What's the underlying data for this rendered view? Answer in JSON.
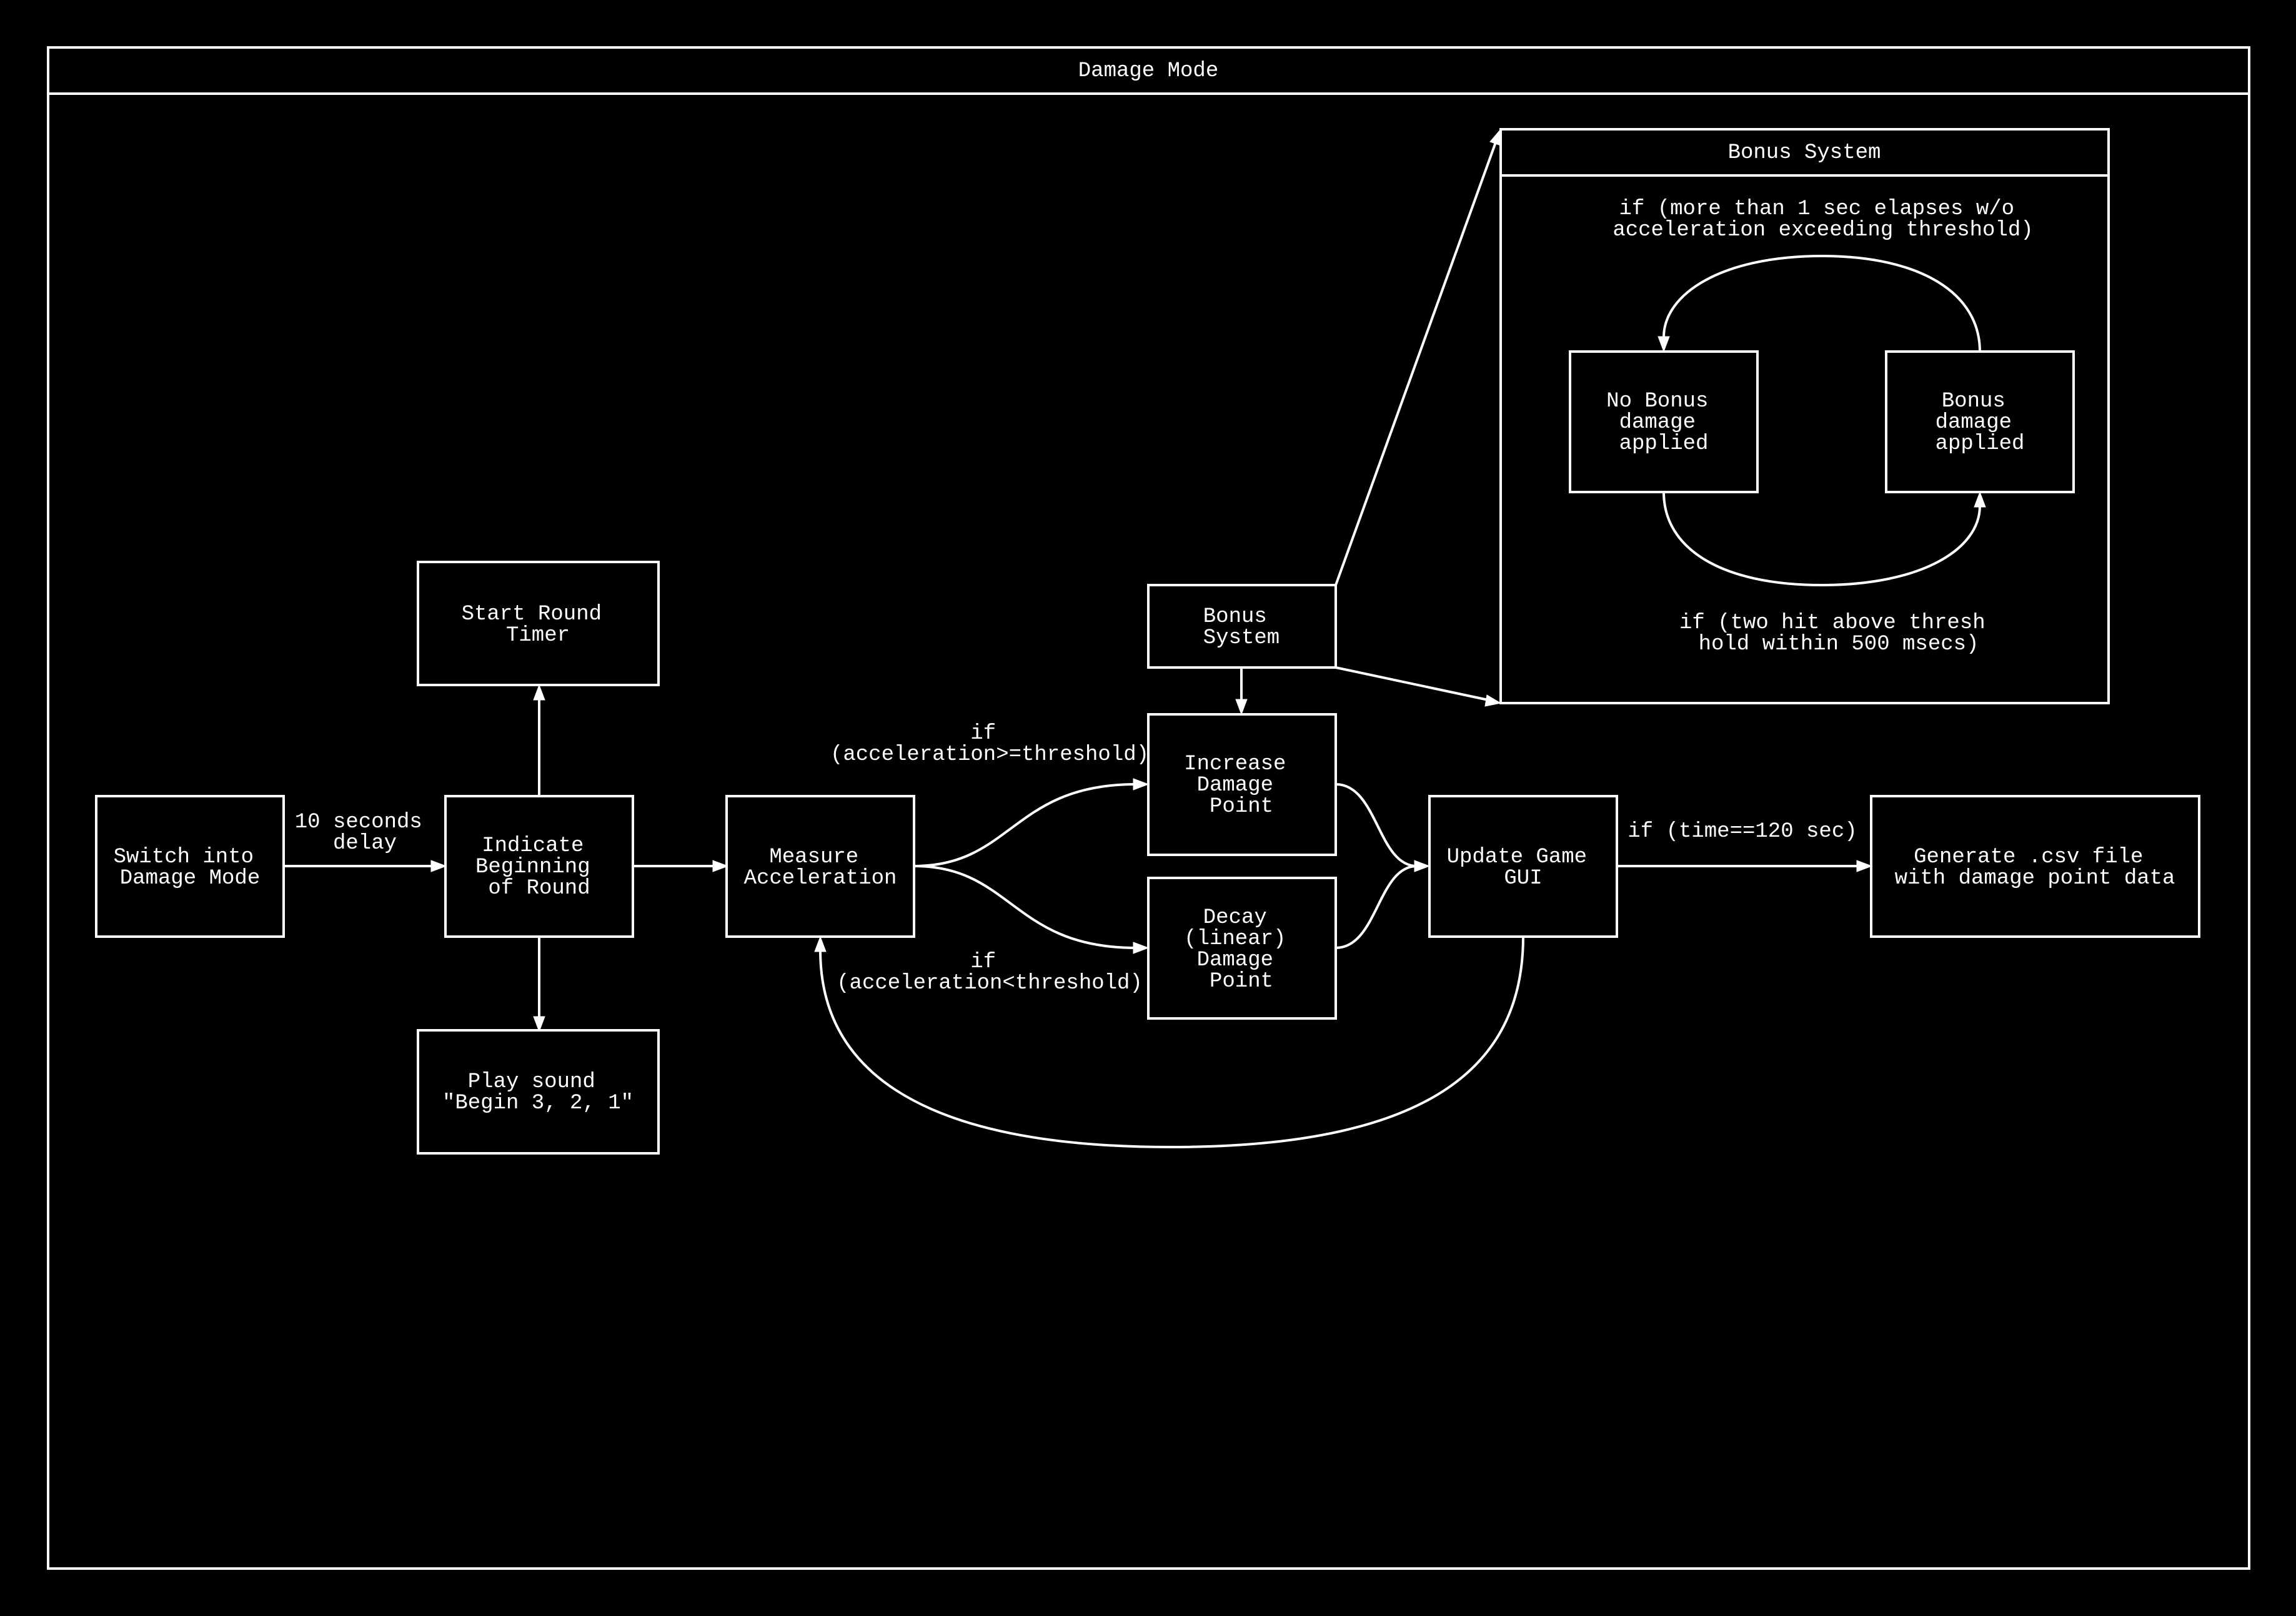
{
  "colors": {
    "background": "#000000",
    "foreground": "#ffffff"
  },
  "frame": {
    "title": "Damage Mode"
  },
  "nodes": {
    "switch": [
      "Switch into",
      "Damage Mode"
    ],
    "indicate": [
      "Indicate",
      "Beginning",
      "of Round"
    ],
    "start_timer": [
      "Start Round",
      "Timer"
    ],
    "play_sound": [
      "Play sound",
      "\"Begin 3, 2, 1\""
    ],
    "measure": [
      "Measure",
      "Acceleration"
    ],
    "bonus": [
      "Bonus",
      "System"
    ],
    "increase": [
      "Increase",
      "Damage",
      "Point"
    ],
    "decay": [
      "Decay",
      "(linear)",
      "Damage",
      "Point"
    ],
    "update_gui": [
      "Update Game",
      "GUI"
    ],
    "generate_csv": [
      "Generate .csv file",
      "with damage point data"
    ]
  },
  "bonus_detail": {
    "title": "Bonus System",
    "no_bonus": [
      "No Bonus",
      "damage",
      "applied"
    ],
    "bonus_applied": [
      "Bonus",
      "damage",
      "applied"
    ],
    "top_condition": [
      "if (more than 1 sec elapses w/o",
      "acceleration exceeding threshold)"
    ],
    "bottom_condition": [
      "if (two hit above thresh",
      "hold within 500 msecs)"
    ]
  },
  "edge_labels": {
    "delay": [
      "10 seconds",
      "delay"
    ],
    "above_threshold": [
      "if",
      "(acceleration>=threshold)"
    ],
    "below_threshold": [
      "if",
      "(acceleration<threshold)"
    ],
    "time_check": [
      "if (time==120 sec)"
    ]
  }
}
